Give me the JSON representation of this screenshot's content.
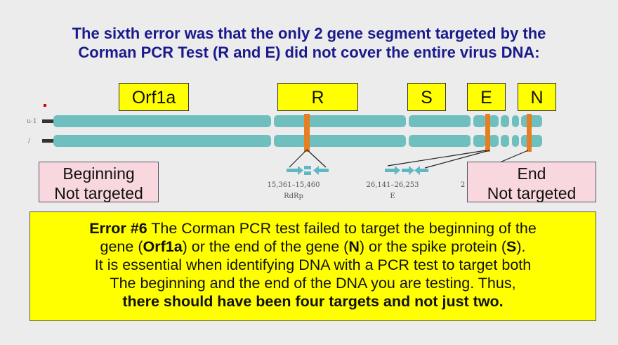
{
  "title": {
    "line1": "The sixth error was that the only 2 gene segment targeted by the",
    "line2": "Corman PCR Test (R and E) did not cover the entire virus DNA:"
  },
  "gene_labels": {
    "orf1a": "Orf1a",
    "r": "R",
    "s": "S",
    "e": "E",
    "n": "N"
  },
  "side_marks": {
    "track1": "u-1",
    "track2": "/"
  },
  "beginning_note": {
    "line1": "Beginning",
    "line2": "Not targeted"
  },
  "end_note": {
    "line1": "End",
    "line2": "Not targeted"
  },
  "insets": {
    "rdrp": {
      "range": "15,361–15,460",
      "name": "RdRp"
    },
    "e": {
      "range": "26,141–26,253",
      "name": "E"
    },
    "partial": "2"
  },
  "error_box": {
    "l1_bold": "Error #6",
    "l1_rest": " The Corman PCR test failed to target the beginning of the",
    "l2_a": "gene (",
    "l2_b": "Orf1a",
    "l2_c": ") or the end of the gene (",
    "l2_d": "N",
    "l2_e": ") or the spike protein (",
    "l2_f": "S",
    "l2_g": ").",
    "l3": "It is essential when identifying DNA with a PCR test to target both",
    "l4": "The beginning and the end of the DNA you are testing. Thus,",
    "l5": "there should have been four targets and not just two."
  },
  "colors": {
    "track": "#6fbfbf",
    "marker": "#e67e22",
    "label_fill": "#ffff00",
    "note_fill": "#f8d7de",
    "title": "#1a1a8c"
  }
}
